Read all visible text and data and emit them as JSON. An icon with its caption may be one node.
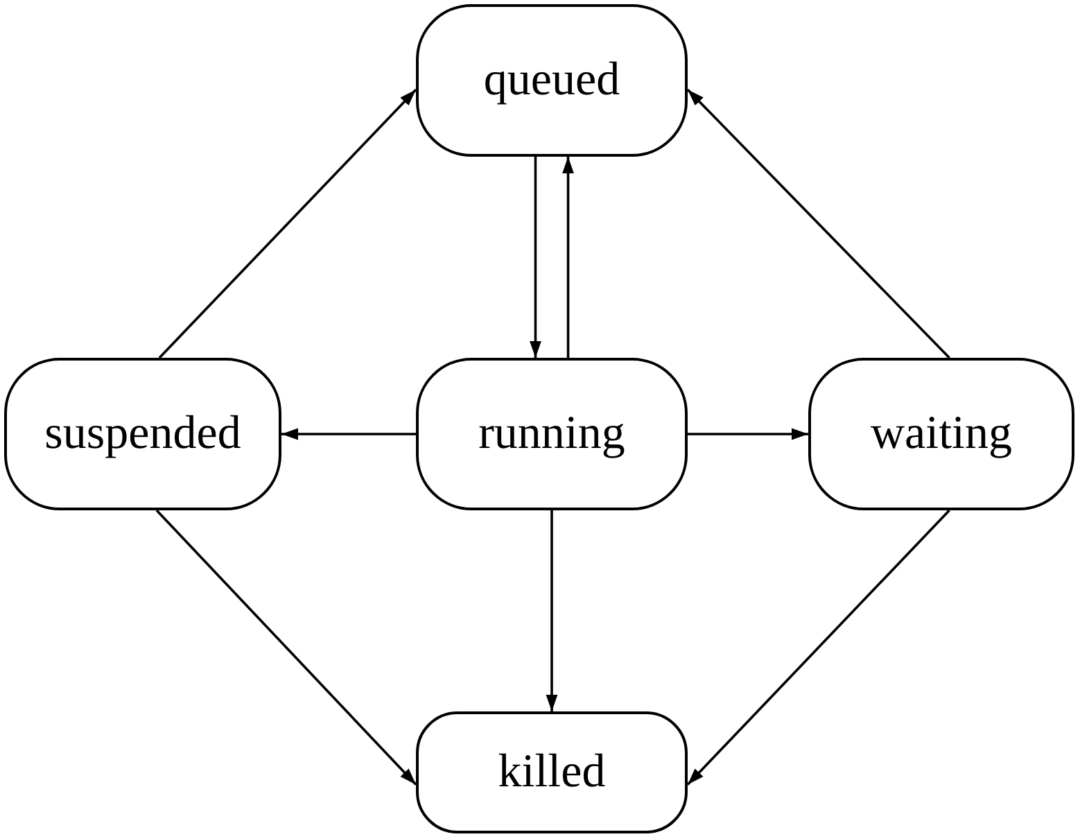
{
  "diagram": {
    "nodes": [
      {
        "text": [
          "queued"
        ]
      },
      {
        "text": [
          "suspended"
        ]
      },
      {
        "text": [
          "running"
        ]
      },
      {
        "text": [
          "waiting"
        ]
      },
      {
        "text": [
          "killed"
        ]
      }
    ],
    "edges": [
      {
        "from": 0,
        "to": 2,
        "arrow": "to"
      },
      {
        "from": 2,
        "to": 0,
        "arrow": "to"
      },
      {
        "from": 2,
        "to": 1,
        "arrow": "to"
      },
      {
        "from": 2,
        "to": 3,
        "arrow": "to"
      },
      {
        "from": 2,
        "to": 4,
        "arrow": "to"
      },
      {
        "from": 1,
        "to": 0,
        "arrow": "to"
      },
      {
        "from": 3,
        "to": 0,
        "arrow": "to"
      },
      {
        "from": 1,
        "to": 4,
        "arrow": "to"
      },
      {
        "from": 3,
        "to": 4,
        "arrow": "to"
      }
    ]
  }
}
